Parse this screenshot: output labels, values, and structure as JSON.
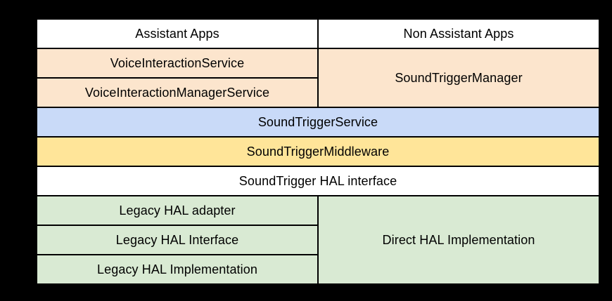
{
  "diagram": {
    "background_color": "#000000",
    "grid_line_color": "#000000",
    "text_color": "#000000",
    "colors": {
      "white": "#ffffff",
      "peach": "#fce5cd",
      "blue": "#c9daf8",
      "yellow": "#ffe599",
      "green": "#d9ead3"
    },
    "cells": [
      {
        "label": "Assistant Apps",
        "color": "white"
      },
      {
        "label": "Non Assistant Apps",
        "color": "white"
      },
      {
        "label": "VoiceInteractionService",
        "color": "peach"
      },
      {
        "label": "SoundTriggerManager",
        "color": "peach"
      },
      {
        "label": "VoiceInteractionManagerService",
        "color": "peach"
      },
      {
        "label": "SoundTriggerService",
        "color": "blue"
      },
      {
        "label": "SoundTriggerMiddleware",
        "color": "yellow"
      },
      {
        "label": "SoundTrigger HAL interface",
        "color": "white"
      },
      {
        "label": "Legacy HAL adapter",
        "color": "green"
      },
      {
        "label": "Direct HAL Implementation",
        "color": "green"
      },
      {
        "label": "Legacy HAL Interface",
        "color": "green"
      },
      {
        "label": "Legacy HAL Implementation",
        "color": "green"
      }
    ]
  }
}
